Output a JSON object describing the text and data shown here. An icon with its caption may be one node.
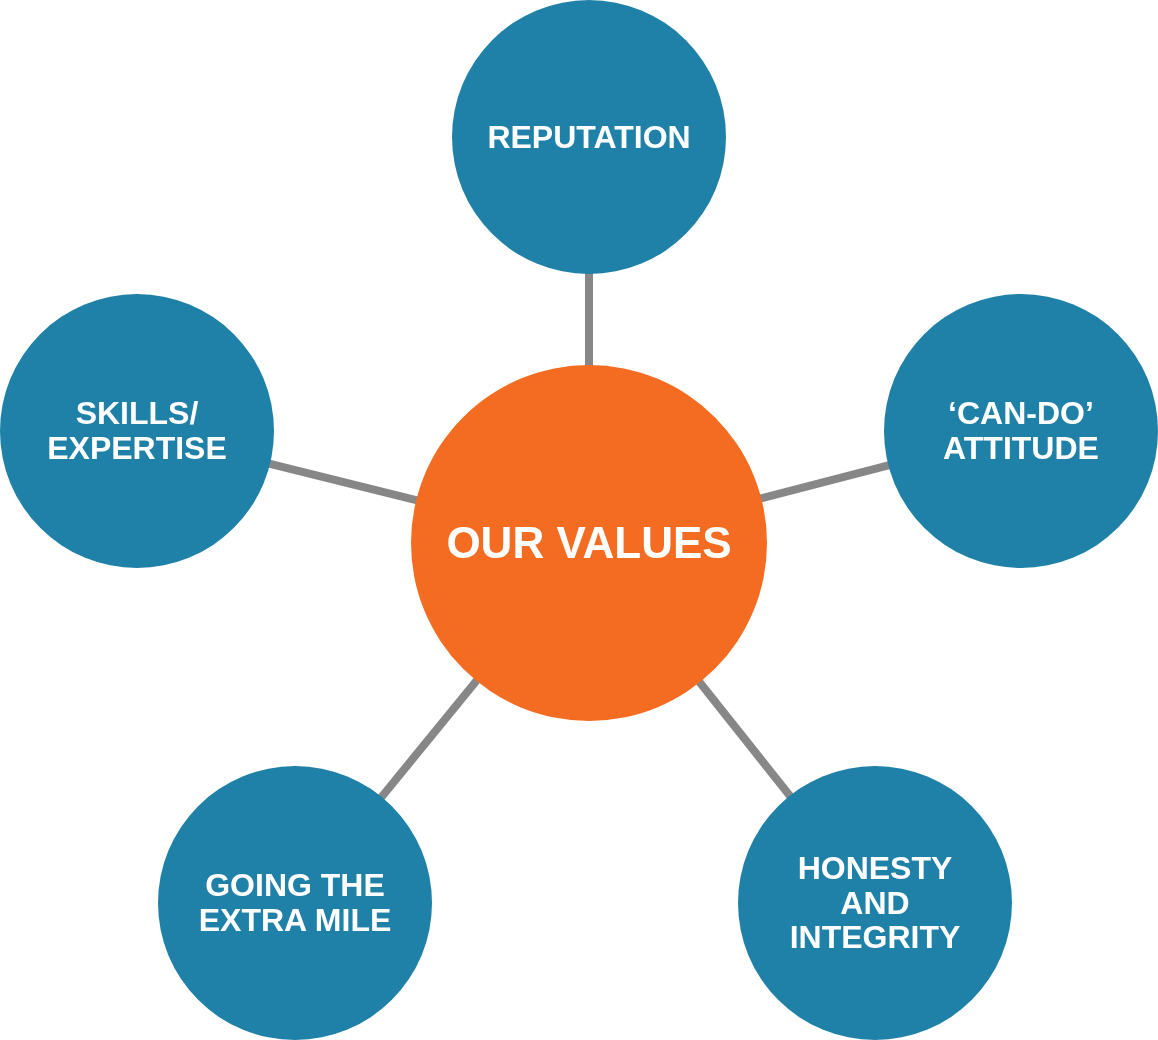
{
  "diagram": {
    "nodes": [
      {
        "text": [
          "REPUTATION"
        ]
      },
      {
        "text": [
          "SKILLS/ EXPERTISE"
        ]
      },
      {
        "text": [
          "‘CAN-DO’ ATTITUDE"
        ]
      },
      {
        "text": [
          "OUR VALUES"
        ]
      },
      {
        "text": [
          "GOING THE EXTRA MILE"
        ]
      },
      {
        "text": [
          "HONESTY AND INTEGRITY"
        ]
      }
    ],
    "edges": [
      {
        "from": 3,
        "to": 0,
        "arrow": "none"
      },
      {
        "from": 3,
        "to": 1,
        "arrow": "none"
      },
      {
        "from": 3,
        "to": 2,
        "arrow": "none"
      },
      {
        "from": 3,
        "to": 4,
        "arrow": "none"
      },
      {
        "from": 3,
        "to": 5,
        "arrow": "none"
      }
    ]
  }
}
